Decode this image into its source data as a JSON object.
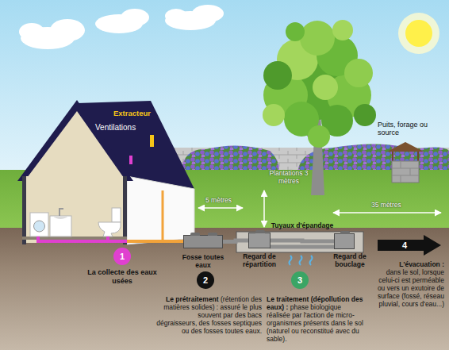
{
  "diagram": {
    "nodes": [
      {
        "text": [
          "Fosse toutes eaux"
        ]
      },
      {
        "text": [
          "Regard de répartition"
        ]
      },
      {
        "text": [
          "Regard de bouclage"
        ]
      },
      {
        "text": [
          "1",
          "La collecte des eaux usées"
        ]
      },
      {
        "text": [
          "2",
          "Le prétraitement",
          "(rétention des matières solides) : assuré le plus souvent par des bacs dégraisseurs, des fosses septiques ou des fosses toutes eaux."
        ]
      },
      {
        "text": [
          "3",
          "Le traitement (dépollution des eaux) :",
          "phase biologique réalisée par l'action de micro-organismes présents dans le sol (naturel ou reconstitué avec du sable)."
        ]
      },
      {
        "text": [
          "4",
          "L'évacuation :",
          "dans le sol, lorsque celui-ci est perméable ou vers un exutoire de surface (fossé, réseau pluvial, cours d'eau...)"
        ]
      }
    ],
    "edges": [
      {
        "from": 0,
        "to": 1,
        "arrow": "none"
      },
      {
        "from": 1,
        "to": 2,
        "label": "Tuyaux d'épandage",
        "arrow": "none"
      }
    ],
    "labels": [
      "Ventilations",
      "Extracteur",
      "Puits, forage ou source",
      "Plantations 3 mètres",
      "5 mètres",
      "35 mètres"
    ]
  }
}
